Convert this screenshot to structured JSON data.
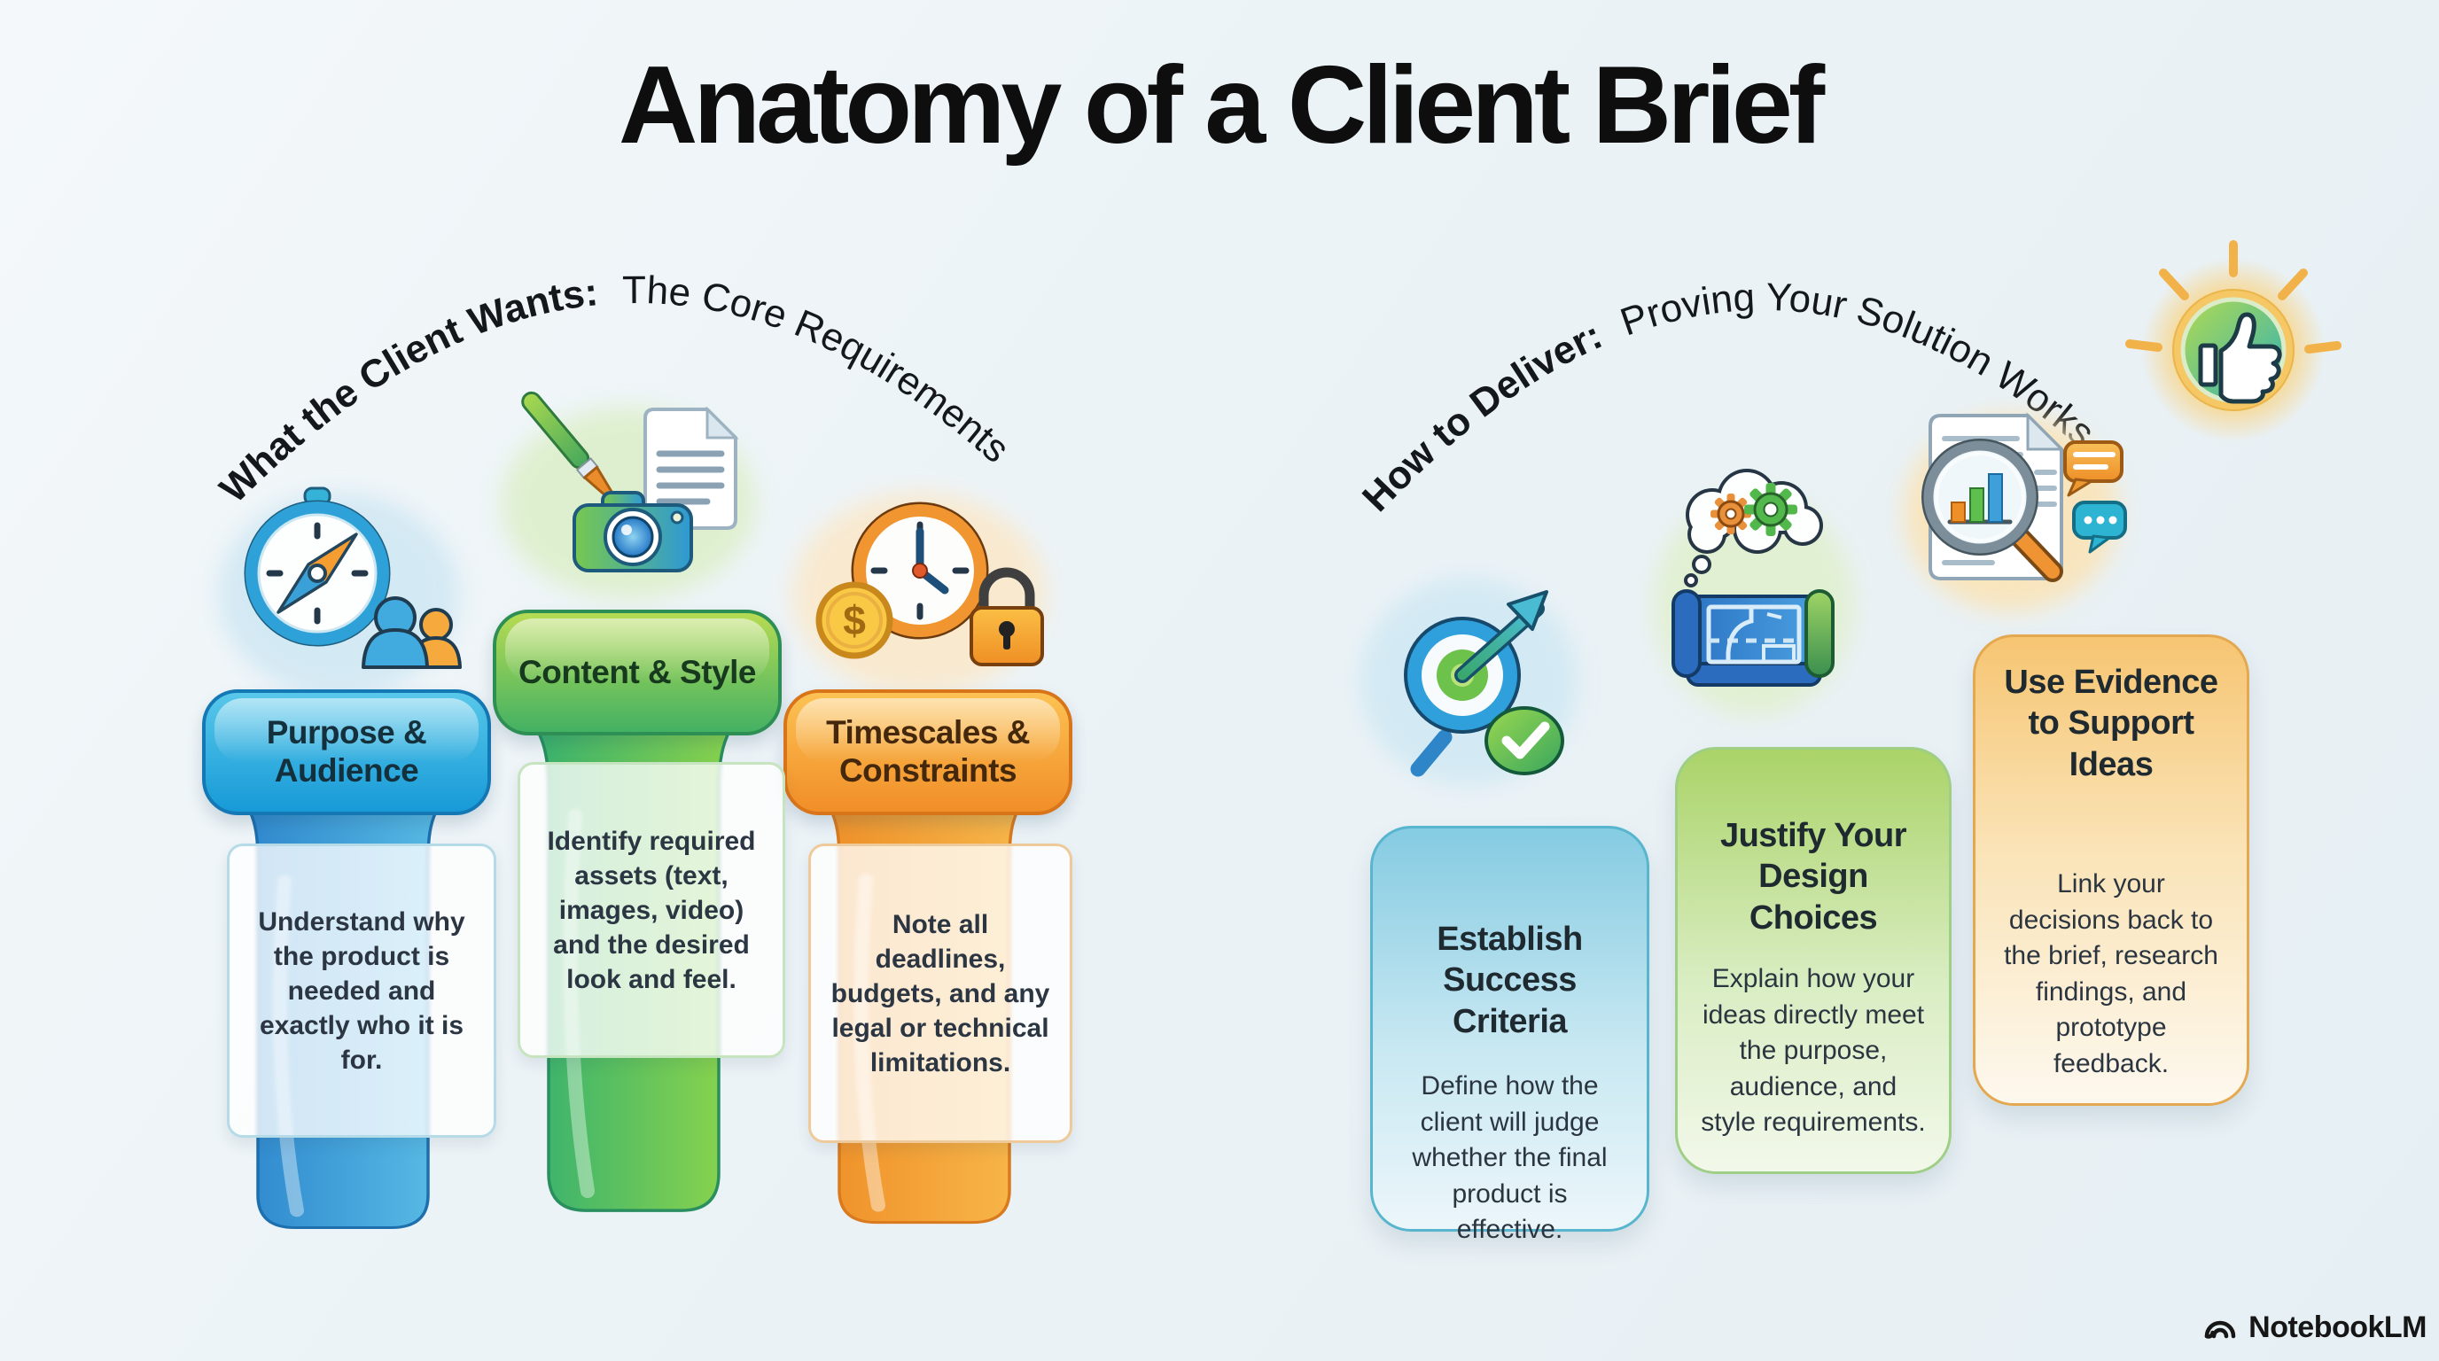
{
  "title": "Anatomy of a Client Brief",
  "background_color": "#ecf3f7",
  "left_section": {
    "arc_bold": "What the Client Wants:",
    "arc_rest": "The Core Requirements",
    "columns": [
      {
        "title": "Purpose & Audience",
        "body": "Understand why the product is needed and exactly who it is for.",
        "icon": "compass-people-icon",
        "colors": {
          "banner_top": "#58c8ea",
          "banner_bottom": "#179ad7",
          "border": "#1478b5",
          "column_left": "#2a82cb",
          "column_right": "#5ec2e8"
        }
      },
      {
        "title": "Content & Style",
        "body": "Identify required assets (text, images, video) and the desired look and feel.",
        "icon": "paintbrush-camera-document-icon",
        "colors": {
          "banner_top": "#b6db53",
          "banner_bottom": "#43b163",
          "border": "#2e8f55",
          "column_left": "#2fae72",
          "column_right": "#95d848"
        }
      },
      {
        "title": "Timescales & Constraints",
        "body": "Note all deadlines, budgets, and any legal or technical limitations.",
        "icon": "clock-coin-padlock-icon",
        "colors": {
          "banner_top": "#fcc253",
          "banner_bottom": "#f18e28",
          "border": "#d87419",
          "column_left": "#ee8c25",
          "column_right": "#f9bc4e"
        }
      }
    ]
  },
  "right_section": {
    "arc_bold": "How to Deliver:",
    "arc_rest": "Proving Your Solution Works",
    "cards": [
      {
        "title": "Establish Success Criteria",
        "body": "Define how the client will judge whether the final product is effective.",
        "icon": "target-arrow-check-icon",
        "colors": {
          "top": "#85cbe2",
          "bottom": "#ecf6fa",
          "border": "#58b5ce"
        }
      },
      {
        "title": "Justify Your Design Choices",
        "body": "Explain how your ideas directly meet the purpose, audience, and style requirements.",
        "icon": "blueprint-gears-thought-icon",
        "colors": {
          "top": "#aad368",
          "bottom": "#f2f8ea",
          "border": "#9fce86"
        }
      },
      {
        "title": "Use Evidence to Support Ideas",
        "body": "Link your decisions back to the brief, research findings, and prototype feedback.",
        "icon": "magnifier-report-chat-icon",
        "colors": {
          "top": "#f6c572",
          "bottom": "#fdf8ee",
          "border": "#e3a850"
        }
      }
    ]
  },
  "decorations": {
    "thumbs_up": "thumbs-up-sun-icon"
  },
  "branding": {
    "logo_text": "NotebookLM",
    "logo_icon": "notebooklm-logo-icon"
  }
}
